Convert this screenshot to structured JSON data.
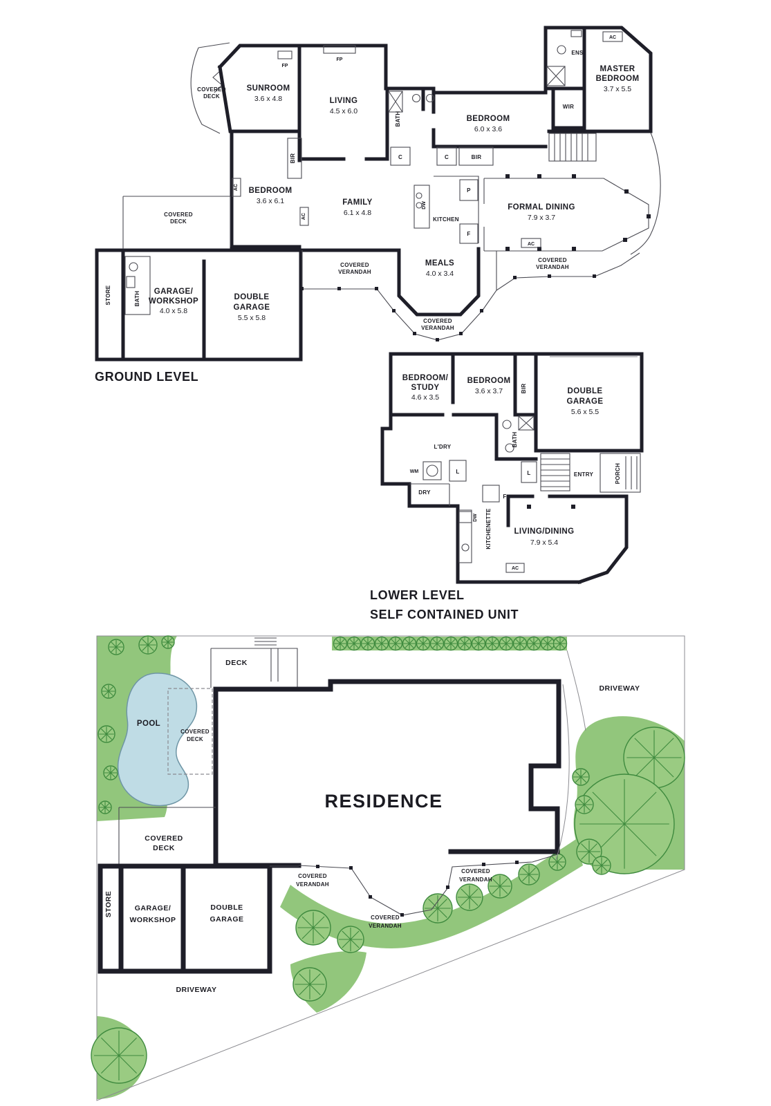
{
  "colors": {
    "wall": "#1e1e28",
    "landscape_green": "#92c67c",
    "tree_outline": "#3e8a3e",
    "pool_blue": "#bfdce5"
  },
  "ground": {
    "title": "GROUND LEVEL",
    "labels": {
      "covered_deck_top": [
        "COVERED",
        "DECK"
      ],
      "sunroom": [
        "SUNROOM",
        "3.6 x 4.8"
      ],
      "fp_sunroom": "FP",
      "fp_living": "FP",
      "living": [
        "LIVING",
        "4.5 x 6.0"
      ],
      "bath": "BATH",
      "bedroom_rear": [
        "BEDROOM",
        "6.0 x 3.6"
      ],
      "ens": "ENS",
      "ac_master": "AC",
      "master": [
        "MASTER",
        "BEDROOM",
        "3.7 x 5.5"
      ],
      "wir": "WIR",
      "bir_bedroom": "BIR",
      "cupboard_1": "C",
      "cupboard_2": "C",
      "bir_hall": "BIR",
      "bedroom_mid": [
        "BEDROOM",
        "3.6 x 6.1"
      ],
      "ac_bedroom": "AC",
      "ac_family": "AC",
      "family": [
        "FAMILY",
        "6.1 x 4.8"
      ],
      "dw": "DW",
      "kitchen": "KITCHEN",
      "pantry": "P",
      "fridge": "F",
      "formal_dining": [
        "FORMAL DINING",
        "7.9 x 3.7"
      ],
      "covered_deck_left": [
        "COVERED",
        "DECK"
      ],
      "ac_dining": "AC",
      "verandah_left": [
        "COVERED",
        "VERANDAH"
      ],
      "meals": [
        "MEALS",
        "4.0 x 3.4"
      ],
      "verandah_right": [
        "COVERED",
        "VERANDAH"
      ],
      "store": "STORE",
      "bath_garage": "BATH",
      "garage_workshop": [
        "GARAGE/",
        "WORKSHOP",
        "4.0 x 5.8"
      ],
      "double_garage": [
        "DOUBLE",
        "GARAGE",
        "5.5 x 5.8"
      ],
      "verandah_bottom": [
        "COVERED",
        "VERANDAH"
      ]
    }
  },
  "lower": {
    "title": "LOWER LEVEL",
    "subtitle": "SELF CONTAINED UNIT",
    "labels": {
      "bedroom_study": [
        "BEDROOM/",
        "STUDY",
        "4.6 x 3.5"
      ],
      "bedroom": [
        "BEDROOM",
        "3.6 x 3.7"
      ],
      "bir": "BIR",
      "double_garage": [
        "DOUBLE",
        "GARAGE",
        "5.6 x 5.5"
      ],
      "bath": "BATH",
      "laundry": "L'DRY",
      "wm": "WM",
      "linen_1": "L",
      "linen_2": "L",
      "entry": "ENTRY",
      "porch": "PORCH",
      "dry": "DRY",
      "fridge": "F",
      "kitchenette": "KITCHENETTE",
      "dw": "DW",
      "living_dining": [
        "LIVING/DINING",
        "7.9 x 5.4"
      ],
      "ac": "AC"
    }
  },
  "site": {
    "labels": {
      "deck": "DECK",
      "pool": "POOL",
      "covered_deck_pool": [
        "COVERED",
        "DECK"
      ],
      "driveway_top": "DRIVEWAY",
      "residence": "RESIDENCE",
      "covered_deck": [
        "COVERED",
        "DECK"
      ],
      "store": "STORE",
      "garage_workshop": [
        "GARAGE/",
        "WORKSHOP"
      ],
      "double_garage": [
        "DOUBLE",
        "GARAGE"
      ],
      "verandah_1": [
        "COVERED",
        "VERANDAH"
      ],
      "verandah_2": [
        "COVERED",
        "VERANDAH"
      ],
      "verandah_3": [
        "COVERED",
        "VERANDAH"
      ],
      "driveway_bottom": "DRIVEWAY"
    }
  }
}
